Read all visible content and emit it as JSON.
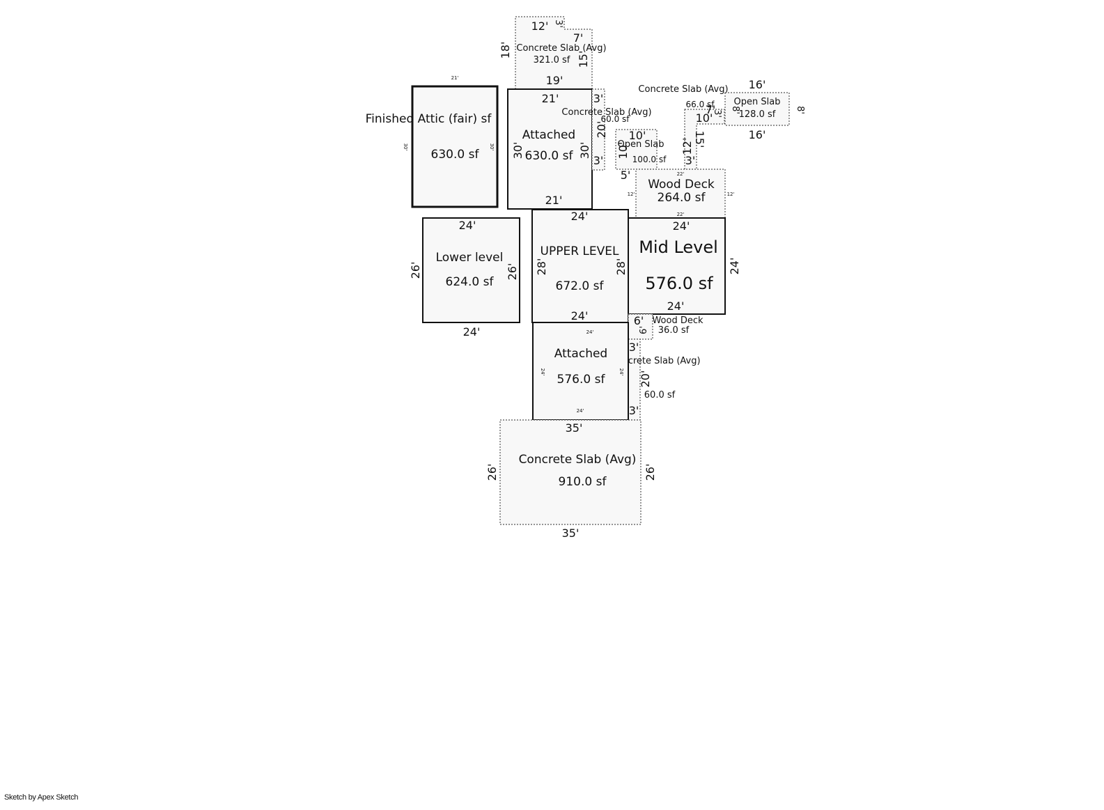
{
  "areas": {
    "attic": {
      "name": "Finished Attic (fair) sf",
      "area": "630.0 sf",
      "top": "21'",
      "left": "30'",
      "right": "30'"
    },
    "attached_top": {
      "name": "Attached",
      "area": "630.0 sf",
      "top": "21'",
      "bottom": "21'",
      "left": "30'",
      "right": "30'"
    },
    "slab_top": {
      "name": "Concrete Slab (Avg)",
      "area": "321.0 sf",
      "d_12": "12'",
      "d_3": "3'",
      "d_7": "7'",
      "d_18": "18'",
      "d_15": "15'",
      "d_19": "19'"
    },
    "slab_side": {
      "name": "Concrete Slab (Avg)",
      "area": "60.0 sf",
      "d_3a": "3'",
      "d_20": "20'",
      "d_3b": "3'"
    },
    "open_slab_small": {
      "name": "Open Slab",
      "area": "100.0 sf",
      "d_10a": "10'",
      "d_10b": "10'",
      "d_5": "5'"
    },
    "slab_66": {
      "name": "Concrete Slab (Avg)",
      "area": "66.0 sf",
      "d_7": "7'",
      "d_10": "10'",
      "d_3a": "3'",
      "d_12": "12'",
      "d_15": "15'",
      "d_3b": "3'"
    },
    "open_slab_right": {
      "name": "Open Slab",
      "area": "128.0 sf",
      "top": "16'",
      "bottom": "16'",
      "left": "8'",
      "right": "8'"
    },
    "wood_deck": {
      "name": "Wood Deck",
      "area": "264.0 sf",
      "top": "22'",
      "bottom": "22'",
      "left": "12'",
      "right": "12'"
    },
    "lower_level": {
      "name": "Lower level",
      "area": "624.0 sf",
      "top": "24'",
      "bottom": "24'",
      "left": "26'",
      "right": "26'"
    },
    "upper_level": {
      "name": "UPPER LEVEL",
      "area": "672.0 sf",
      "top": "24'",
      "bottom": "24'",
      "left": "28'",
      "right": "28'"
    },
    "mid_level": {
      "name": "Mid Level",
      "area": "576.0 sf",
      "top": "24'",
      "bottom": "24'",
      "right": "24'"
    },
    "wood_deck_small": {
      "name": "Wood Deck",
      "area": "36.0 sf",
      "d_6a": "6'",
      "d_6b": "6'"
    },
    "attached_bottom": {
      "name": "Attached",
      "area": "576.0 sf",
      "top": "24'",
      "bottom": "24'",
      "left": "24'",
      "right": "24'"
    },
    "slab_mid": {
      "name": "Concrete Slab (Avg)",
      "area": "60.0 sf",
      "d_3a": "3'",
      "d_20": "20'",
      "d_3b": "3'"
    },
    "slab_bottom": {
      "name": "Concrete Slab (Avg)",
      "area": "910.0 sf",
      "top": "35'",
      "bottom": "35'",
      "left": "26'",
      "right": "26'"
    }
  },
  "footer": "Sketch by Apex Sketch"
}
